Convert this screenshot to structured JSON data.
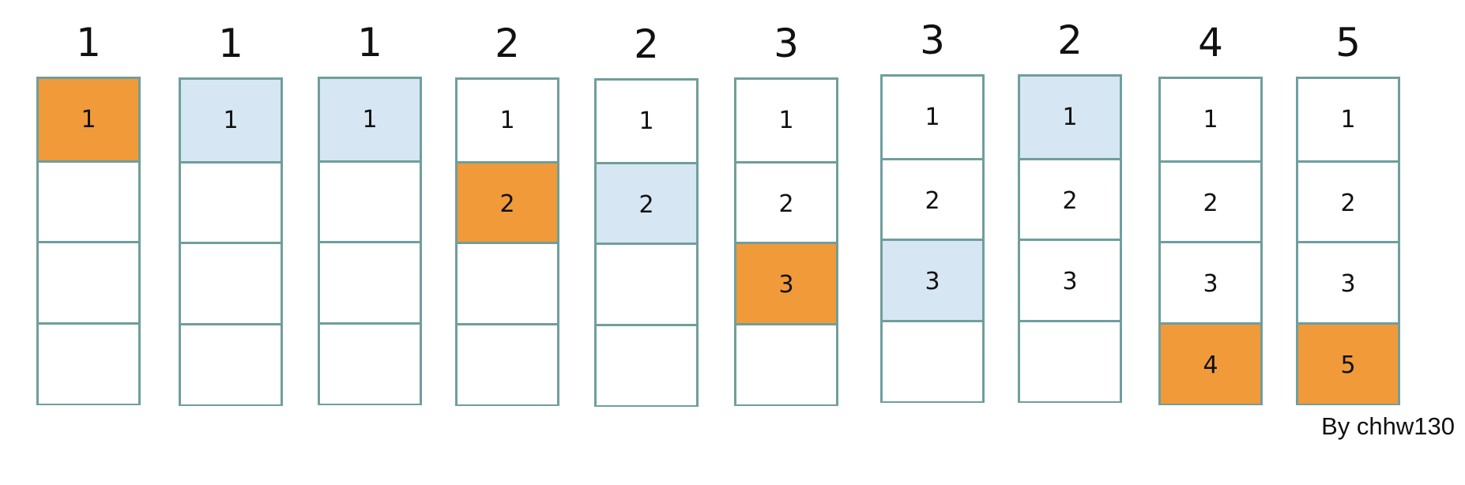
{
  "colors": {
    "border": "#6f9f9c",
    "hit": "#f09a3a",
    "highlight": "#d6e6f3",
    "empty": "#ffffff"
  },
  "columns": [
    {
      "header": "1",
      "cells": [
        {
          "label": "1",
          "state": "hit"
        },
        {
          "label": "",
          "state": "empty"
        },
        {
          "label": "",
          "state": "empty"
        },
        {
          "label": "",
          "state": "empty"
        }
      ]
    },
    {
      "header": "1",
      "cells": [
        {
          "label": "1",
          "state": "highlight"
        },
        {
          "label": "",
          "state": "empty"
        },
        {
          "label": "",
          "state": "empty"
        },
        {
          "label": "",
          "state": "empty"
        }
      ]
    },
    {
      "header": "1",
      "cells": [
        {
          "label": "1",
          "state": "highlight"
        },
        {
          "label": "",
          "state": "empty"
        },
        {
          "label": "",
          "state": "empty"
        },
        {
          "label": "",
          "state": "empty"
        }
      ]
    },
    {
      "header": "2",
      "cells": [
        {
          "label": "1",
          "state": "empty"
        },
        {
          "label": "2",
          "state": "hit"
        },
        {
          "label": "",
          "state": "empty"
        },
        {
          "label": "",
          "state": "empty"
        }
      ]
    },
    {
      "header": "2",
      "cells": [
        {
          "label": "1",
          "state": "empty"
        },
        {
          "label": "2",
          "state": "highlight"
        },
        {
          "label": "",
          "state": "empty"
        },
        {
          "label": "",
          "state": "empty"
        }
      ]
    },
    {
      "header": "3",
      "cells": [
        {
          "label": "1",
          "state": "empty"
        },
        {
          "label": "2",
          "state": "empty"
        },
        {
          "label": "3",
          "state": "hit"
        },
        {
          "label": "",
          "state": "empty"
        }
      ]
    },
    {
      "header": "3",
      "cells": [
        {
          "label": "1",
          "state": "empty"
        },
        {
          "label": "2",
          "state": "empty"
        },
        {
          "label": "3",
          "state": "highlight"
        },
        {
          "label": "",
          "state": "empty"
        }
      ]
    },
    {
      "header": "2",
      "cells": [
        {
          "label": "1",
          "state": "highlight"
        },
        {
          "label": "2",
          "state": "empty"
        },
        {
          "label": "3",
          "state": "empty"
        },
        {
          "label": "",
          "state": "empty"
        }
      ]
    },
    {
      "header": "4",
      "cells": [
        {
          "label": "1",
          "state": "empty"
        },
        {
          "label": "2",
          "state": "empty"
        },
        {
          "label": "3",
          "state": "empty"
        },
        {
          "label": "4",
          "state": "hit"
        }
      ]
    },
    {
      "header": "5",
      "cells": [
        {
          "label": "1",
          "state": "empty"
        },
        {
          "label": "2",
          "state": "empty"
        },
        {
          "label": "3",
          "state": "empty"
        },
        {
          "label": "5",
          "state": "hit"
        }
      ]
    }
  ],
  "credit": "By chhw130"
}
